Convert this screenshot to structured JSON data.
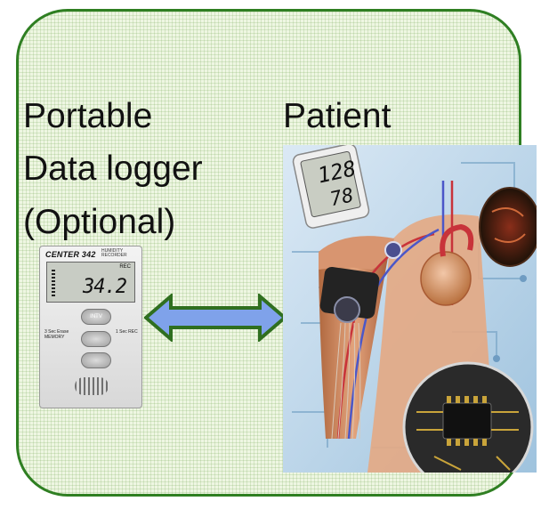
{
  "labels": {
    "portable": "Portable",
    "data_logger": "Data logger",
    "optional": "(Optional)",
    "patient": "Patient"
  },
  "logger": {
    "brand": "CENTER 342",
    "subtitle": "HUMIDITY RECORDER",
    "rec": "REC",
    "reading": "34.2",
    "buttons": [
      "INTV",
      "",
      ""
    ],
    "side_left": "3 Sec Erase MEMORY",
    "side_right": "1 Sec REC"
  },
  "blood_pressure": {
    "systolic": "128",
    "diastolic": "78"
  },
  "colors": {
    "frame_border": "#2f7f22",
    "frame_fill": "#eef6e2",
    "arrow_fill": "#7fa2ea",
    "arrow_stroke": "#2f6f1f"
  },
  "icons": {
    "connection": "double-arrow-icon"
  }
}
